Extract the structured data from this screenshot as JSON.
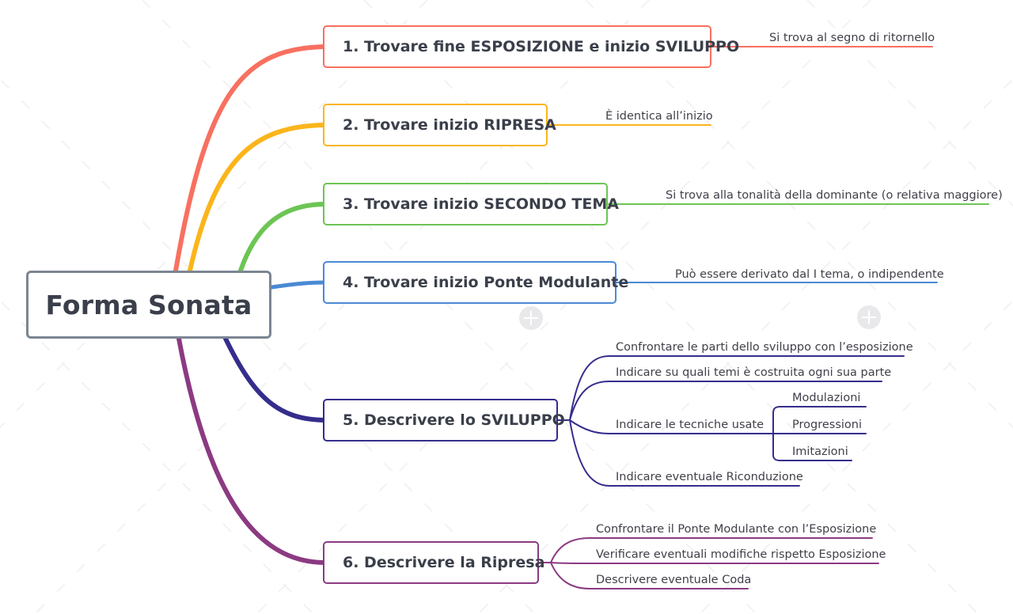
{
  "root": {
    "label": "Forma Sonata"
  },
  "colors": {
    "branch1": "#f87060",
    "branch2": "#fbb51b",
    "branch3": "#6cc554",
    "branch4": "#4a8ad4",
    "branch5": "#352d8c",
    "branch6": "#8c3a82",
    "root_border": "#7c8593"
  },
  "branches": [
    {
      "label": "1. Trovare fine ESPOSIZIONE e inizio SVILUPPO",
      "leaves": [
        "Si trova al segno di ritornello"
      ]
    },
    {
      "label": "2. Trovare inizio RIPRESA",
      "leaves": [
        "È identica all’inizio"
      ]
    },
    {
      "label": "3. Trovare inizio SECONDO TEMA",
      "leaves": [
        "Si trova alla tonalità della dominante (o relativa maggiore)"
      ]
    },
    {
      "label": "4. Trovare inizio Ponte Modulante",
      "leaves": [
        "Può essere derivato dal I tema, o indipendente"
      ]
    },
    {
      "label": "5. Descrivere lo SVILUPPO",
      "leaves": [
        "Confrontare le parti dello sviluppo con l’esposizione",
        "Indicare su quali temi è costruita ogni sua parte",
        "Indicare le tecniche usate",
        "Indicare eventuale Riconduzione"
      ],
      "techniques": [
        "Modulazioni",
        "Progressioni",
        "Imitazioni"
      ]
    },
    {
      "label": "6. Descrivere la Ripresa",
      "leaves": [
        "Confrontare il Ponte Modulante con l’Esposizione",
        "Verificare eventuali modifiche rispetto Esposizione",
        "Descrivere eventuale Coda"
      ]
    }
  ]
}
